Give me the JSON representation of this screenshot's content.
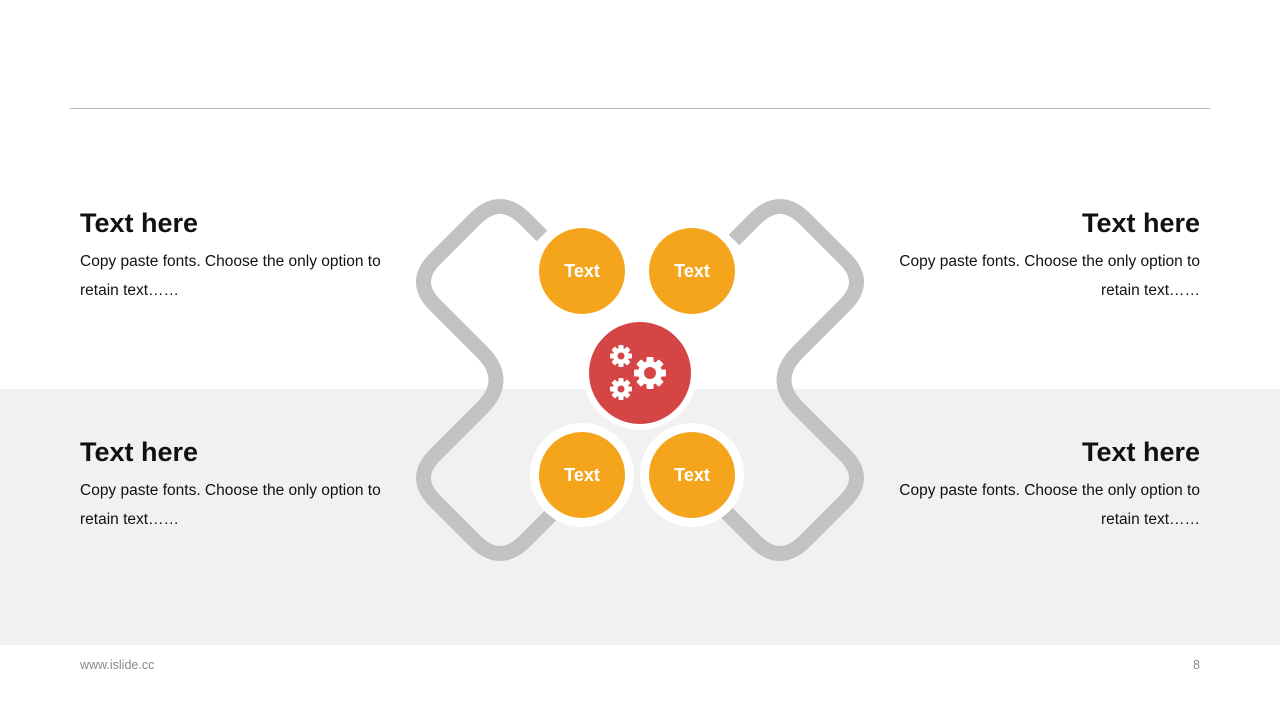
{
  "blocks": {
    "top_left": {
      "heading": "Text here",
      "body": "Copy paste fonts. Choose the only option to retain text……"
    },
    "top_right": {
      "heading": "Text here",
      "body": "Copy paste fonts. Choose the only option to retain text……"
    },
    "bottom_left": {
      "heading": "Text here",
      "body": "Copy paste fonts. Choose the only option to retain text……"
    },
    "bottom_right": {
      "heading": "Text here",
      "body": "Copy paste fonts. Choose the only option to retain text……"
    }
  },
  "diagram": {
    "center_icon": "gears-icon",
    "nodes": [
      {
        "label": "Text"
      },
      {
        "label": "Text"
      },
      {
        "label": "Text"
      },
      {
        "label": "Text"
      }
    ]
  },
  "colors": {
    "accent_orange": "#F5A51C",
    "center_red": "#D64545",
    "connector_gray": "#C2C2C2",
    "band_gray": "#F1F1F1"
  },
  "footer": {
    "url": "www.islide.cc",
    "page": "8"
  }
}
